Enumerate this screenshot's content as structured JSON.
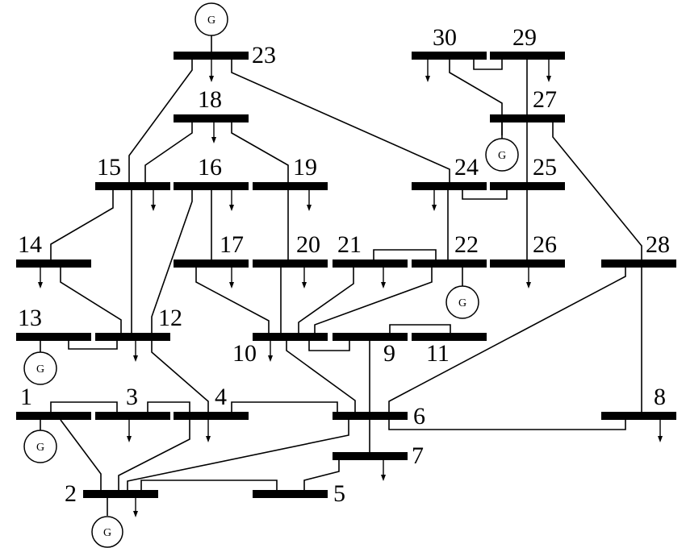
{
  "generator_symbol": "G",
  "buses": [
    {
      "id": "1",
      "label": "1"
    },
    {
      "id": "2",
      "label": "2"
    },
    {
      "id": "3",
      "label": "3"
    },
    {
      "id": "4",
      "label": "4"
    },
    {
      "id": "5",
      "label": "5"
    },
    {
      "id": "6",
      "label": "6"
    },
    {
      "id": "7",
      "label": "7"
    },
    {
      "id": "8",
      "label": "8"
    },
    {
      "id": "9",
      "label": "9"
    },
    {
      "id": "10",
      "label": "10"
    },
    {
      "id": "11",
      "label": "11"
    },
    {
      "id": "12",
      "label": "12"
    },
    {
      "id": "13",
      "label": "13"
    },
    {
      "id": "14",
      "label": "14"
    },
    {
      "id": "15",
      "label": "15"
    },
    {
      "id": "16",
      "label": "16"
    },
    {
      "id": "17",
      "label": "17"
    },
    {
      "id": "18",
      "label": "18"
    },
    {
      "id": "19",
      "label": "19"
    },
    {
      "id": "20",
      "label": "20"
    },
    {
      "id": "21",
      "label": "21"
    },
    {
      "id": "22",
      "label": "22"
    },
    {
      "id": "23",
      "label": "23"
    },
    {
      "id": "24",
      "label": "24"
    },
    {
      "id": "25",
      "label": "25"
    },
    {
      "id": "26",
      "label": "26"
    },
    {
      "id": "27",
      "label": "27"
    },
    {
      "id": "28",
      "label": "28"
    },
    {
      "id": "29",
      "label": "29"
    },
    {
      "id": "30",
      "label": "30"
    }
  ],
  "generators_at": [
    "1",
    "2",
    "13",
    "22",
    "23",
    "27"
  ],
  "loads_at": [
    "2",
    "3",
    "4",
    "7",
    "8",
    "10",
    "12",
    "14",
    "15",
    "16",
    "17",
    "18",
    "19",
    "20",
    "21",
    "24",
    "26",
    "29",
    "30"
  ],
  "connections": [
    [
      "1",
      "2"
    ],
    [
      "1",
      "3"
    ],
    [
      "2",
      "4"
    ],
    [
      "3",
      "4"
    ],
    [
      "2",
      "5"
    ],
    [
      "2",
      "6"
    ],
    [
      "4",
      "6"
    ],
    [
      "5",
      "7"
    ],
    [
      "6",
      "7"
    ],
    [
      "6",
      "8"
    ],
    [
      "6",
      "9"
    ],
    [
      "6",
      "10"
    ],
    [
      "9",
      "11"
    ],
    [
      "9",
      "10"
    ],
    [
      "4",
      "12"
    ],
    [
      "12",
      "13"
    ],
    [
      "12",
      "14"
    ],
    [
      "12",
      "15"
    ],
    [
      "12",
      "16"
    ],
    [
      "14",
      "15"
    ],
    [
      "16",
      "17"
    ],
    [
      "15",
      "18"
    ],
    [
      "18",
      "19"
    ],
    [
      "19",
      "20"
    ],
    [
      "10",
      "20"
    ],
    [
      "10",
      "17"
    ],
    [
      "10",
      "21"
    ],
    [
      "10",
      "22"
    ],
    [
      "21",
      "22"
    ],
    [
      "15",
      "23"
    ],
    [
      "22",
      "24"
    ],
    [
      "23",
      "24"
    ],
    [
      "24",
      "25"
    ],
    [
      "25",
      "26"
    ],
    [
      "25",
      "27"
    ],
    [
      "28",
      "27"
    ],
    [
      "27",
      "29"
    ],
    [
      "27",
      "30"
    ],
    [
      "29",
      "30"
    ],
    [
      "8",
      "28"
    ],
    [
      "6",
      "28"
    ]
  ]
}
